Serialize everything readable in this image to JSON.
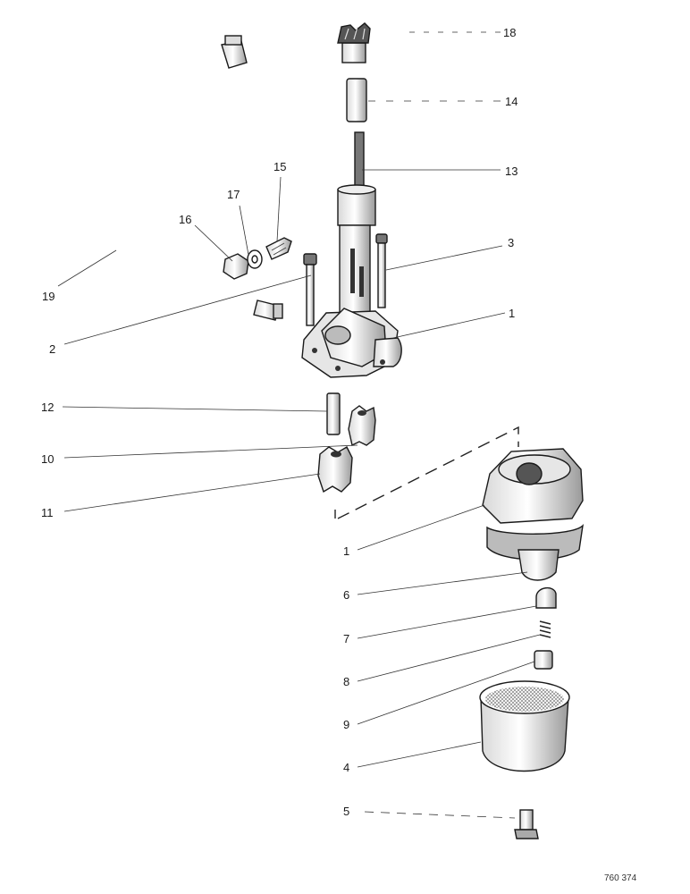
{
  "callouts": {
    "n18": "18",
    "n14": "14",
    "n13": "13",
    "n15": "15",
    "n17": "17",
    "n16": "16",
    "n3": "3",
    "n19": "19",
    "n1a": "1",
    "n2": "2",
    "n12": "12",
    "n10": "10",
    "n11": "11",
    "n1b": "1",
    "n6": "6",
    "n7": "7",
    "n8": "8",
    "n9": "9",
    "n4": "4",
    "n5": "5"
  },
  "reference_code": "760 374"
}
